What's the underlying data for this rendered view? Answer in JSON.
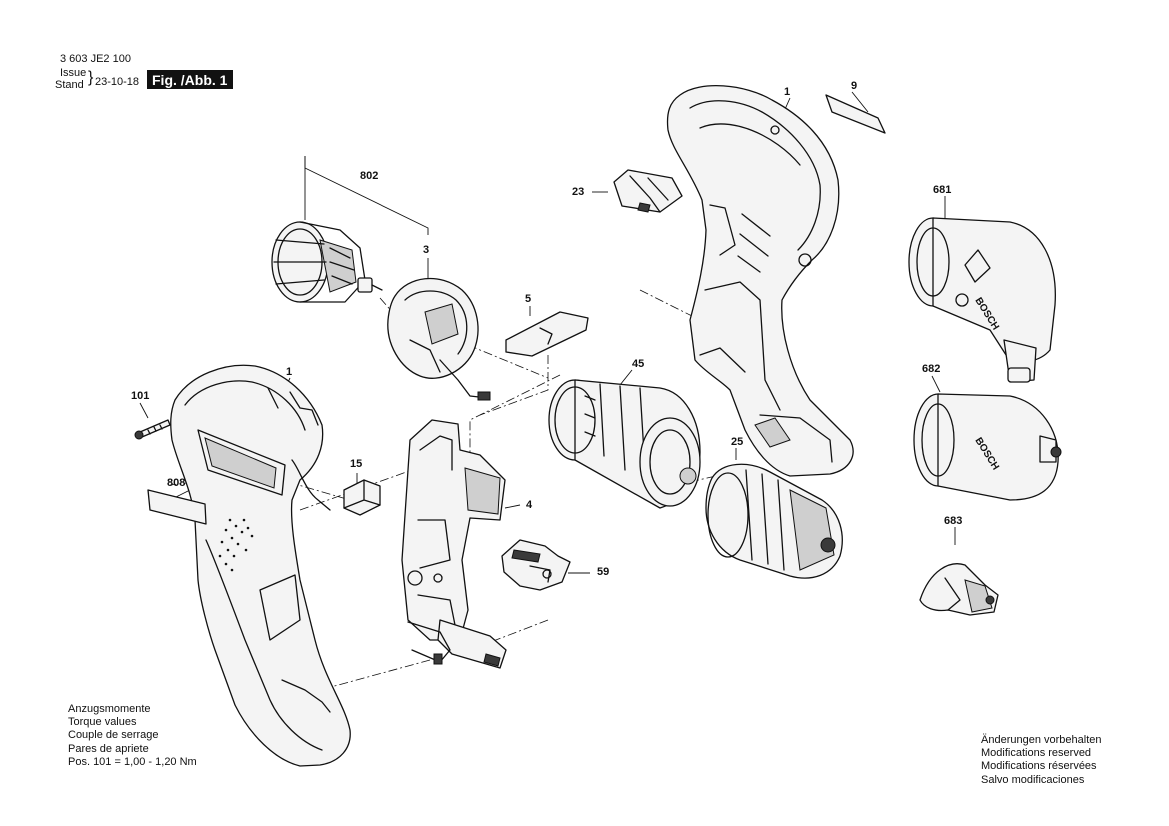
{
  "header": {
    "doc_number": "3 603 JE2 100",
    "issue_label": "Issue",
    "stand_label": "Stand",
    "date": "23-10-18",
    "figure_label": "Fig. /Abb. 1"
  },
  "torque_notes": {
    "lines": [
      "Anzugsmomente",
      "Torque values",
      "Couple de serrage",
      "Pares de apriete",
      "Pos. 101 = 1,00 - 1,20 Nm"
    ]
  },
  "modification_notes": {
    "lines": [
      "Änderungen vorbehalten",
      "Modifications reserved",
      "Modifications réservées",
      "Salvo modificaciones"
    ]
  },
  "callouts": {
    "c1_top": "1",
    "c9": "9",
    "c23": "23",
    "c802": "802",
    "c3": "3",
    "c681": "681",
    "c5": "5",
    "c45": "45",
    "c682": "682",
    "c101": "101",
    "c1_left": "1",
    "c15": "15",
    "c25": "25",
    "c808": "808",
    "c4": "4",
    "c683": "683",
    "c59": "59"
  },
  "brand_marks": [
    "BOSCH",
    "BOSCH"
  ]
}
